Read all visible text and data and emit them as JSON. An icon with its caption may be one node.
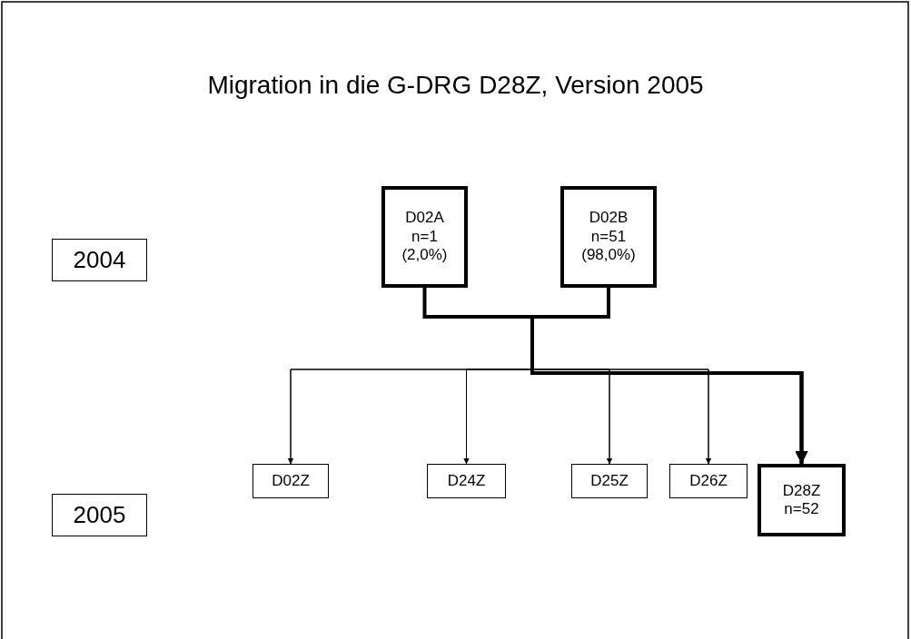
{
  "diagram": {
    "title": "Migration in die G-DRG D28Z, Version 2005",
    "nodes": [
      {
        "text": [
          "2004"
        ]
      },
      {
        "text": [
          "2005"
        ]
      },
      {
        "text": [
          "D02A",
          "n=1",
          "(2,0%)"
        ]
      },
      {
        "text": [
          "D02B",
          "n=51",
          "(98,0%)"
        ]
      },
      {
        "text": [
          "D02Z"
        ]
      },
      {
        "text": [
          "D24Z"
        ]
      },
      {
        "text": [
          "D25Z"
        ]
      },
      {
        "text": [
          "D26Z"
        ]
      },
      {
        "text": [
          "D28Z",
          "n=52"
        ]
      }
    ],
    "edges": [
      {
        "from": 2,
        "to": 4,
        "arrow": "to"
      },
      {
        "from": 2,
        "to": 5,
        "arrow": "to"
      },
      {
        "from": 2,
        "to": 6,
        "arrow": "to"
      },
      {
        "from": 2,
        "to": 7,
        "arrow": "to"
      },
      {
        "from": 2,
        "to": 8,
        "arrow": "to",
        "style": "thick"
      },
      {
        "from": 3,
        "to": 4,
        "arrow": "to"
      },
      {
        "from": 3,
        "to": 5,
        "arrow": "to"
      },
      {
        "from": 3,
        "to": 6,
        "arrow": "to"
      },
      {
        "from": 3,
        "to": 7,
        "arrow": "to"
      },
      {
        "from": 3,
        "to": 8,
        "arrow": "to",
        "style": "thick"
      }
    ]
  }
}
